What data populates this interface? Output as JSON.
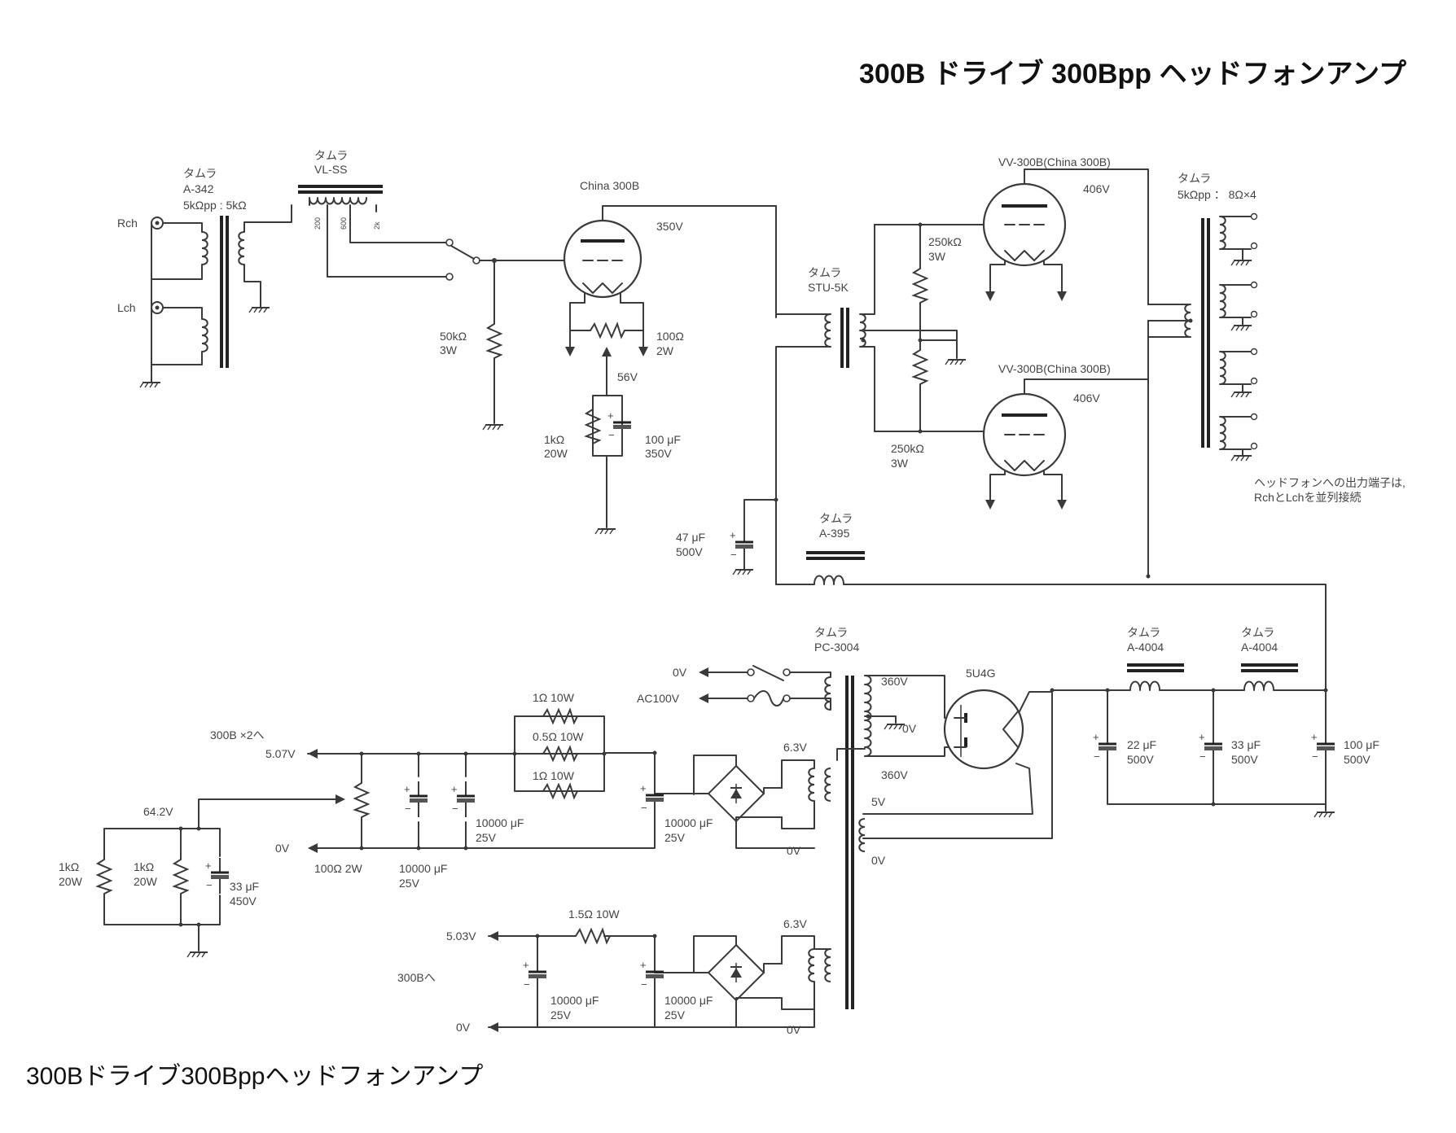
{
  "title": "300B ドライブ 300Bpp ヘッドフォンアンプ",
  "caption": "300Bドライブ300Bppヘッドフォンアンプ",
  "note_line1": "ヘッドフォンへの出力端子は,",
  "note_line2": "RchとLchを並列接続",
  "labels": {
    "in_maker": "タムラ",
    "in_model": "A-342",
    "in_ratio": "5kΩpp : 5kΩ",
    "rch": "Rch",
    "lch": "Lch",
    "vl_maker": "タムラ",
    "vl_model": "VL-SS",
    "vl_tap1": "200",
    "vl_tap2": "600",
    "vl_tap3": "2k",
    "drv_tube": "China 300B",
    "drv_plate_v": "350V",
    "grid_r": "50kΩ",
    "grid_r_w": "3W",
    "hum_r": "100Ω",
    "hum_r_w": "2W",
    "cath_v": "56V",
    "cath_r": "1kΩ",
    "cath_r_w": "20W",
    "cath_c": "100 μF",
    "cath_c_v": "350V",
    "it_maker": "タムラ",
    "it_model": "STU-5K",
    "gr_r": "250kΩ",
    "gr_r_w": "3W",
    "gr_r2": "250kΩ",
    "gr_r2_w": "3W",
    "out_tube1": "VV-300B(China 300B)",
    "out_tube2": "VV-300B(China 300B)",
    "out_v1": "406V",
    "out_v2": "406V",
    "ot_maker": "タムラ",
    "ot_ratio": "5kΩpp ： 8Ω×4",
    "dc_c": "47 μF",
    "dc_c_v": "500V",
    "ch1_maker": "タムラ",
    "ch1_model": "A-395",
    "pt_maker": "タムラ",
    "pt_model": "PC-3004",
    "sw_0v": "0V",
    "ac100": "AC100V",
    "v360a": "360V",
    "v0ct": "0V",
    "v360b": "360V",
    "rect": "5U4G",
    "v5": "5V",
    "v0_5": "0V",
    "ch2_maker": "タムラ",
    "ch2_model": "A-4004",
    "ch3_maker": "タムラ",
    "ch3_model": "A-4004",
    "c22": "22 μF",
    "c22_v": "500V",
    "c33": "33 μF",
    "c33_v": "500V",
    "c100": "100 μF",
    "c100_v": "500V",
    "r1ohm": "1Ω 10W",
    "r05ohm": "0.5Ω 10W",
    "r1ohm2": "1Ω 10W",
    "to_300b_x2": "300B ×2へ",
    "v507": "5.07V",
    "v63a": "6.3V",
    "v642": "64.2V",
    "v0a": "0V",
    "v0a_r": "0V",
    "pot": "100Ω 2W",
    "c10k_1": "10000 μF",
    "c10k_1_v": "25V",
    "c10k_2": "10000 μF",
    "c10k_2_v": "25V",
    "c10k_3": "10000 μF",
    "c10k_3_v": "25V",
    "bl_r1": "1kΩ",
    "bl_r1_w": "20W",
    "bl_r2": "1kΩ",
    "bl_r2_w": "20W",
    "bl_c": "33 μF",
    "bl_c_v": "450V",
    "r15": "1.5Ω 10W",
    "v503": "5.03V",
    "to_300b": "300Bへ",
    "v63b": "6.3V",
    "c10k_4": "10000 μF",
    "c10k_4_v": "25V",
    "c10k_5": "10000 μF",
    "c10k_5_v": "25V",
    "v0b": "0V",
    "v0b_r": "0V"
  }
}
